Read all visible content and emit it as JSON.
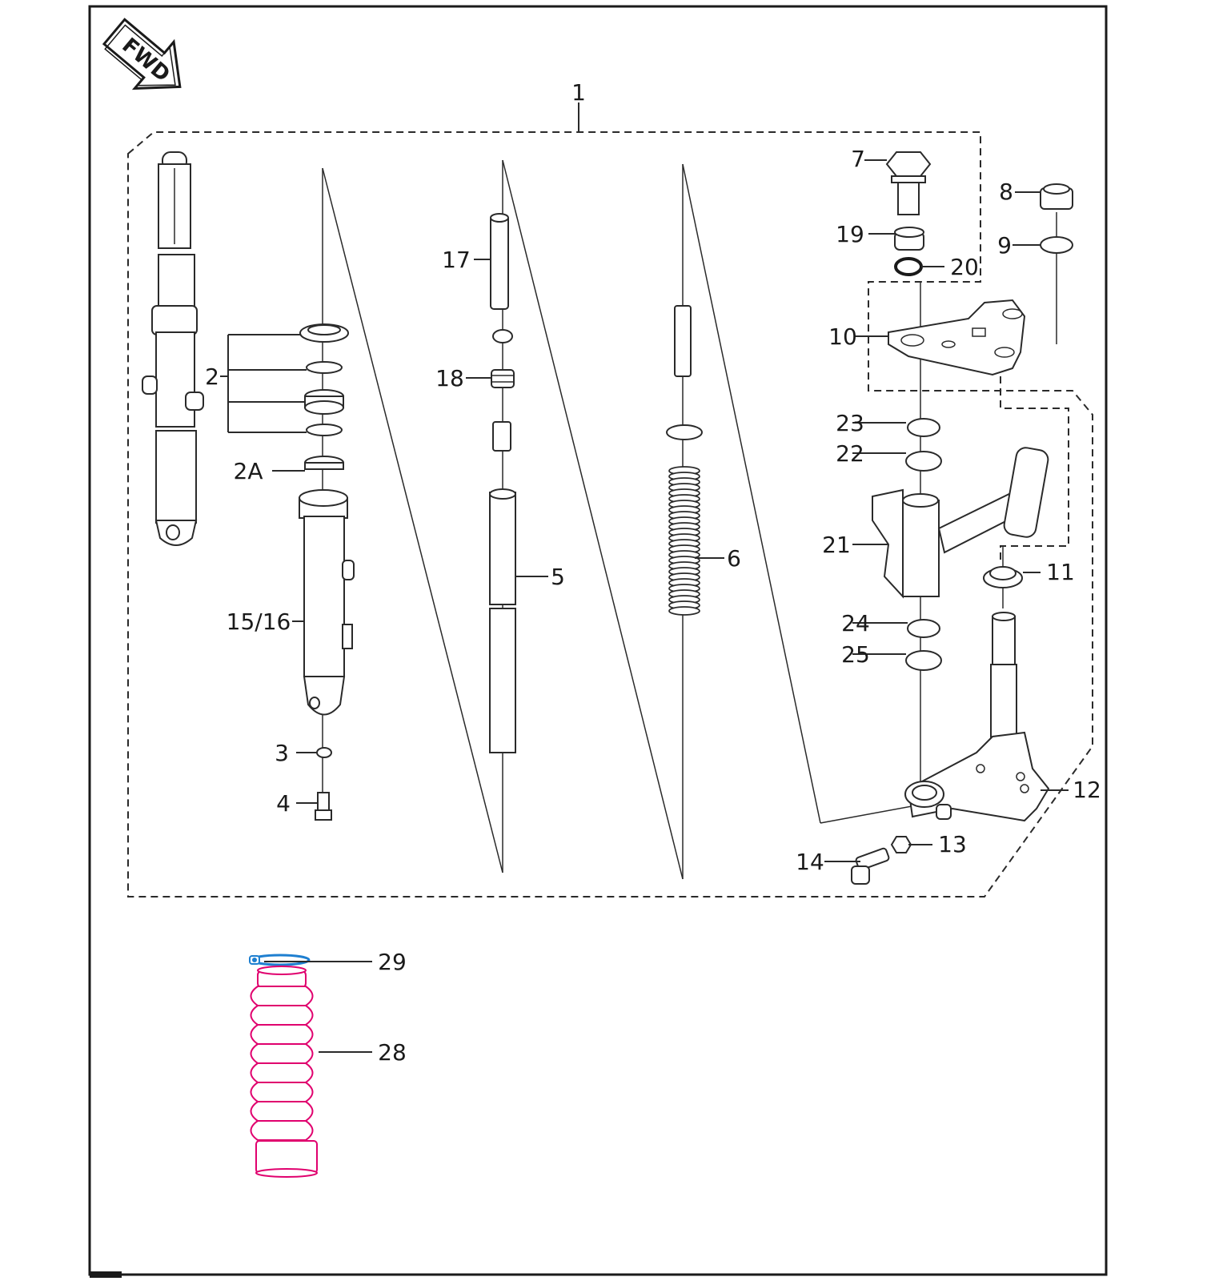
{
  "fwd_label": "FWD",
  "callouts": {
    "c1": "1",
    "c2": "2",
    "c2a": "2A",
    "c3": "3",
    "c4": "4",
    "c5": "5",
    "c6": "6",
    "c7": "7",
    "c8": "8",
    "c9": "9",
    "c10": "10",
    "c11": "11",
    "c12": "12",
    "c13": "13",
    "c14": "14",
    "c15_16": "15/16",
    "c17": "17",
    "c18": "18",
    "c19": "19",
    "c20": "20",
    "c21": "21",
    "c22": "22",
    "c23": "23",
    "c24": "24",
    "c25": "25",
    "c28": "28",
    "c29": "29"
  },
  "colors": {
    "ink": "#2a2a2a",
    "boot_highlight": "#e0006e",
    "clamp_highlight": "#1e7fd0"
  },
  "icons": [
    "fwd-arrow-icon"
  ]
}
